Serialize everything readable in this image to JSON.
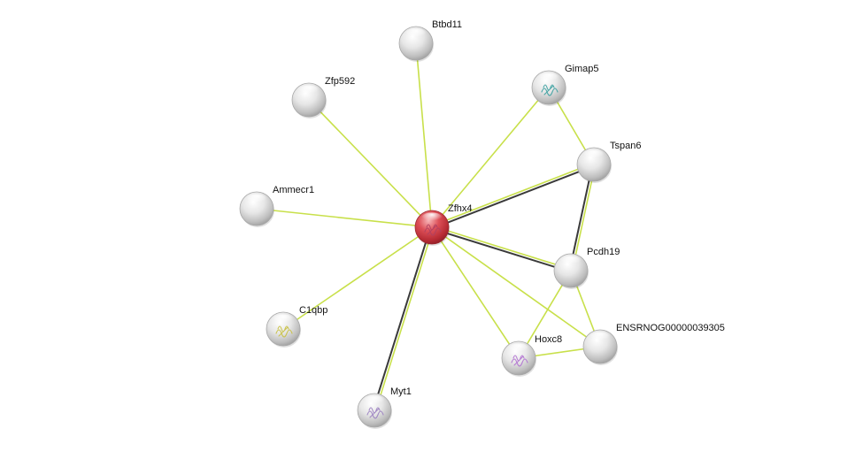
{
  "network": {
    "colors": {
      "edge_green": "#c8e04a",
      "edge_dark": "#3a3a3a",
      "node_grey": "#e8e8e8",
      "node_query": "#d9323c"
    },
    "nodes": [
      {
        "id": "zfhx4",
        "label": "Zfhx4",
        "query": true,
        "icon": "protein-structure-icon",
        "icon_color": "#b04060"
      },
      {
        "id": "btbd11",
        "label": "Btbd11",
        "query": false,
        "icon": "",
        "icon_color": ""
      },
      {
        "id": "zfp592",
        "label": "Zfp592",
        "query": false,
        "icon": "",
        "icon_color": ""
      },
      {
        "id": "gimap5",
        "label": "Gimap5",
        "query": false,
        "icon": "protein-structure-icon",
        "icon_color": "#3aa0a0"
      },
      {
        "id": "tspan6",
        "label": "Tspan6",
        "query": false,
        "icon": "",
        "icon_color": ""
      },
      {
        "id": "ammecr1",
        "label": "Ammecr1",
        "query": false,
        "icon": "",
        "icon_color": ""
      },
      {
        "id": "pcdh19",
        "label": "Pcdh19",
        "query": false,
        "icon": "",
        "icon_color": ""
      },
      {
        "id": "c1qbp",
        "label": "C1qbp",
        "query": false,
        "icon": "protein-structure-icon",
        "icon_color": "#c8c040"
      },
      {
        "id": "ensrnog",
        "label": "ENSRNOG00000039305",
        "query": false,
        "icon": "",
        "icon_color": ""
      },
      {
        "id": "hoxc8",
        "label": "Hoxc8",
        "query": false,
        "icon": "protein-structure-icon",
        "icon_color": "#b070d0"
      },
      {
        "id": "myt1",
        "label": "Myt1",
        "query": false,
        "icon": "protein-structure-icon",
        "icon_color": "#9a80c0"
      }
    ],
    "edges": [
      {
        "from": "zfhx4",
        "to": "btbd11",
        "types": [
          "green"
        ]
      },
      {
        "from": "zfhx4",
        "to": "zfp592",
        "types": [
          "green"
        ]
      },
      {
        "from": "zfhx4",
        "to": "gimap5",
        "types": [
          "green"
        ]
      },
      {
        "from": "zfhx4",
        "to": "tspan6",
        "types": [
          "green",
          "dark"
        ]
      },
      {
        "from": "zfhx4",
        "to": "ammecr1",
        "types": [
          "green"
        ]
      },
      {
        "from": "zfhx4",
        "to": "pcdh19",
        "types": [
          "green",
          "dark"
        ]
      },
      {
        "from": "zfhx4",
        "to": "c1qbp",
        "types": [
          "green"
        ]
      },
      {
        "from": "zfhx4",
        "to": "ensrnog",
        "types": [
          "green"
        ]
      },
      {
        "from": "zfhx4",
        "to": "hoxc8",
        "types": [
          "green"
        ]
      },
      {
        "from": "zfhx4",
        "to": "myt1",
        "types": [
          "green",
          "dark"
        ]
      },
      {
        "from": "gimap5",
        "to": "tspan6",
        "types": [
          "green"
        ]
      },
      {
        "from": "tspan6",
        "to": "pcdh19",
        "types": [
          "green",
          "dark"
        ]
      },
      {
        "from": "pcdh19",
        "to": "hoxc8",
        "types": [
          "green"
        ]
      },
      {
        "from": "pcdh19",
        "to": "ensrnog",
        "types": [
          "green"
        ]
      },
      {
        "from": "hoxc8",
        "to": "ensrnog",
        "types": [
          "green"
        ]
      }
    ]
  }
}
